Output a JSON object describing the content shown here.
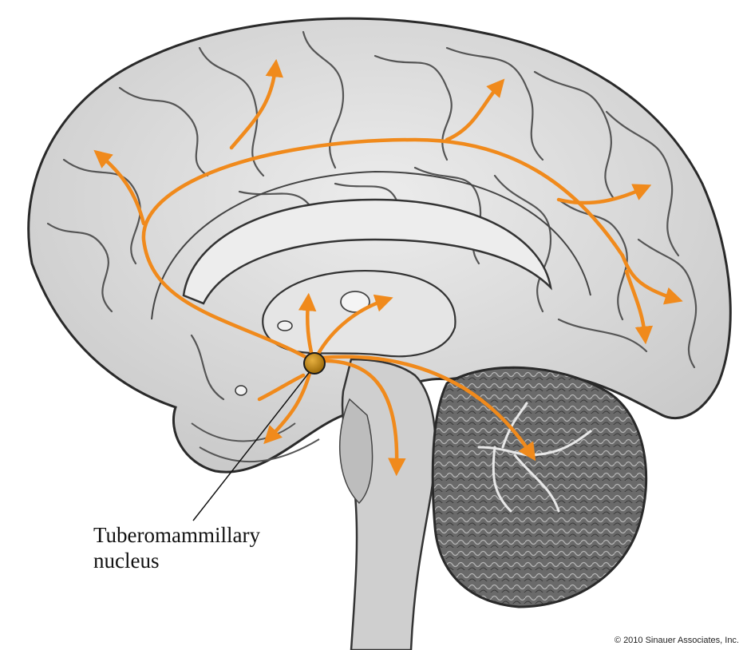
{
  "label": {
    "line1": "Tuberomammillary",
    "line2": "nucleus"
  },
  "copyright": "© 2010 Sinauer Associates, Inc.",
  "colors": {
    "pathway": "#f08a1c",
    "nucleus": "#c8860c",
    "brain_fill": "#dcdcdc",
    "brain_outline": "#2a2a2a",
    "cerebellum": "#6f6f6f",
    "brainstem": "#cfcfcf"
  }
}
